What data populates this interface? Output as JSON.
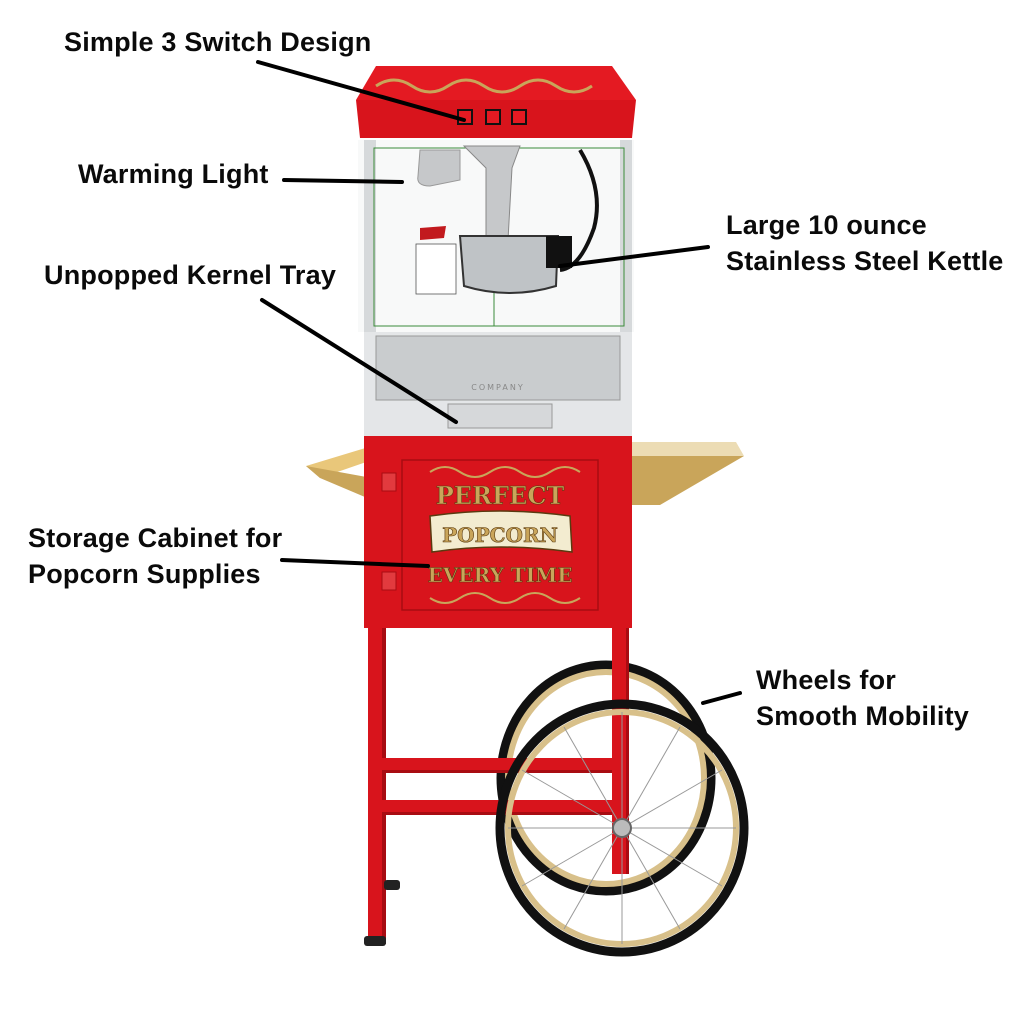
{
  "image": {
    "subject": "Popcorn machine on cart with feature callouts",
    "colors": {
      "red": "#d8141c",
      "dark_red": "#a80c12",
      "gold": "#c9a55a",
      "gold_dark": "#8a6a2a",
      "steel": "#cfd2d4",
      "glass_edge": "#3a8a3a",
      "tire": "#111111"
    }
  },
  "callouts": [
    {
      "id": "switches",
      "lines": [
        "Simple 3 Switch Design"
      ]
    },
    {
      "id": "warming-light",
      "lines": [
        "Warming Light"
      ]
    },
    {
      "id": "kernel-tray",
      "lines": [
        "Unpopped Kernel Tray"
      ]
    },
    {
      "id": "kettle",
      "lines": [
        "Large 10 ounce",
        "Stainless Steel Kettle"
      ]
    },
    {
      "id": "cabinet",
      "lines": [
        "Storage Cabinet for",
        "Popcorn Supplies"
      ]
    },
    {
      "id": "wheels",
      "lines": [
        "Wheels for",
        "Smooth Mobility"
      ]
    }
  ],
  "cabinet_sign": {
    "top": "PERFECT",
    "middle": "POPCORN",
    "bottom": "EVERY TIME"
  },
  "tray_emboss": {
    "company": "COMPANY"
  }
}
